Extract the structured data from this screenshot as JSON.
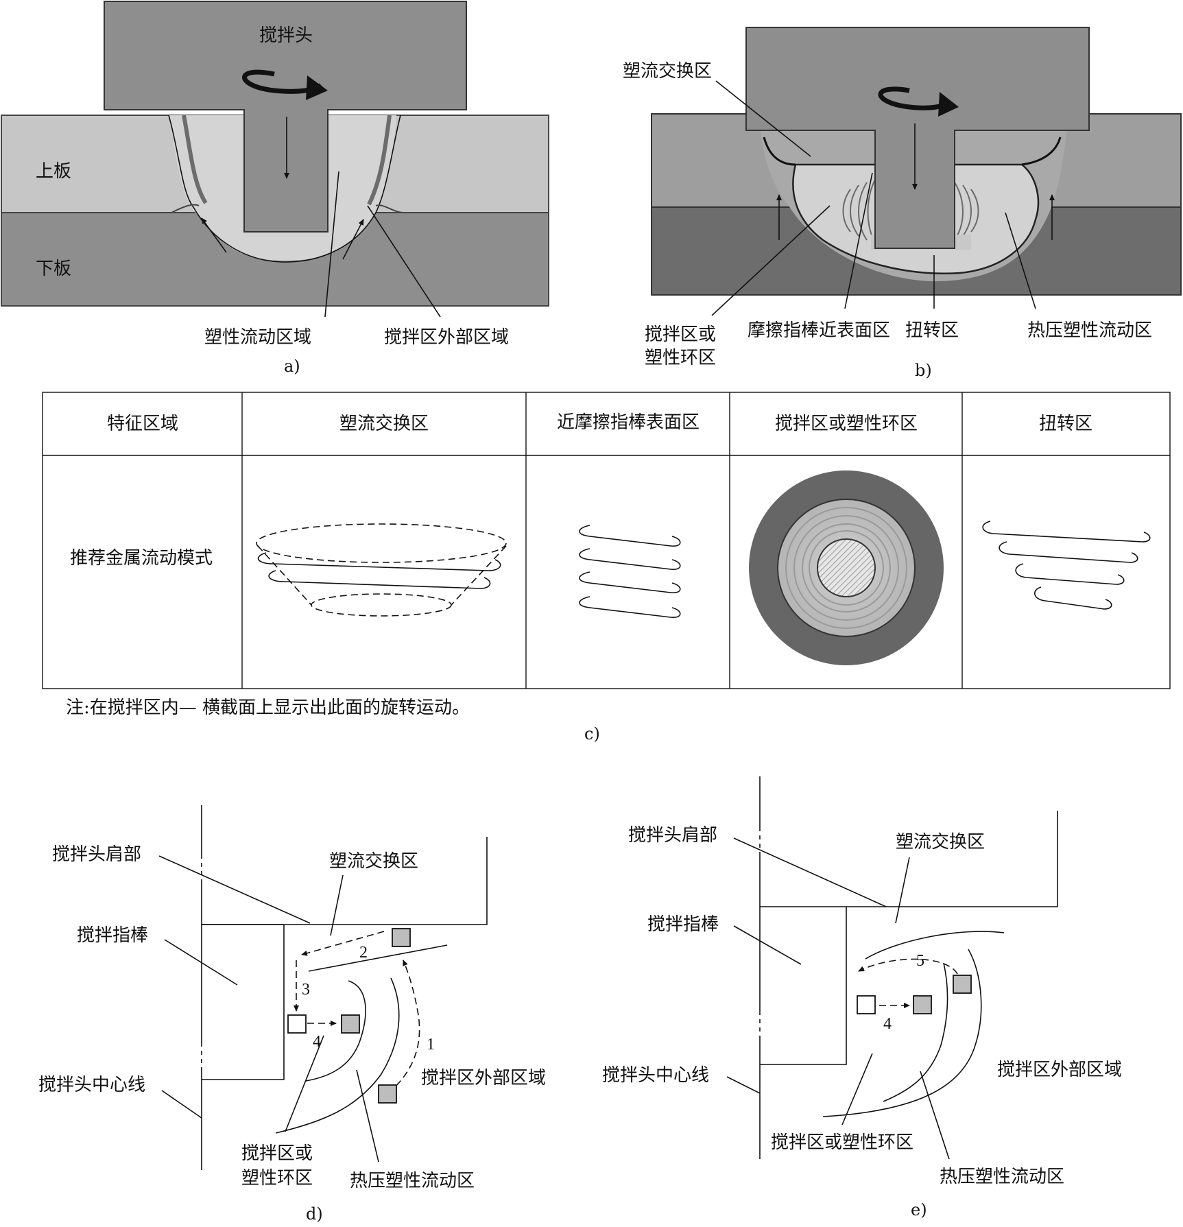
{
  "a": {
    "tool": "搅拌头",
    "upper": "上板",
    "lower": "下板",
    "plastic_flow": "塑性流动区域",
    "outer": "搅拌区外部区域",
    "caption": "a)"
  },
  "b": {
    "exchange": "塑流交换区",
    "stir_line1": "搅拌区或",
    "stir_line2": "塑性环区",
    "near_surface": "摩擦指棒近表面区",
    "torsion": "扭转区",
    "hot_press": "热压塑性流动区",
    "caption": "b)"
  },
  "c": {
    "headers": [
      "特征区域",
      "塑流交换区",
      "近摩擦指棒表面区",
      "搅拌区或塑性环区",
      "扭转区"
    ],
    "row_label": "推荐金属流动模式",
    "note": "注:在搅拌区内— 横截面上显示出此面的旋转运动。",
    "caption": "c)"
  },
  "d": {
    "shoulder": "搅拌头肩部",
    "exchange": "塑流交换区",
    "pin": "搅拌指棒",
    "centerline": "搅拌头中心线",
    "outer": "搅拌区外部区域",
    "stir_line1": "搅拌区或",
    "stir_line2": "塑性环区",
    "hot_press": "热压塑性流动区",
    "steps": [
      "1",
      "2",
      "3",
      "4"
    ],
    "caption": "d)"
  },
  "e": {
    "shoulder": "搅拌头肩部",
    "exchange": "塑流交换区",
    "pin": "搅拌指棒",
    "centerline": "搅拌头中心线",
    "outer": "搅拌区外部区域",
    "stir": "搅拌区或塑性环区",
    "hot_press": "热压塑性流动区",
    "steps": [
      "5",
      "4"
    ],
    "caption": "e)"
  }
}
